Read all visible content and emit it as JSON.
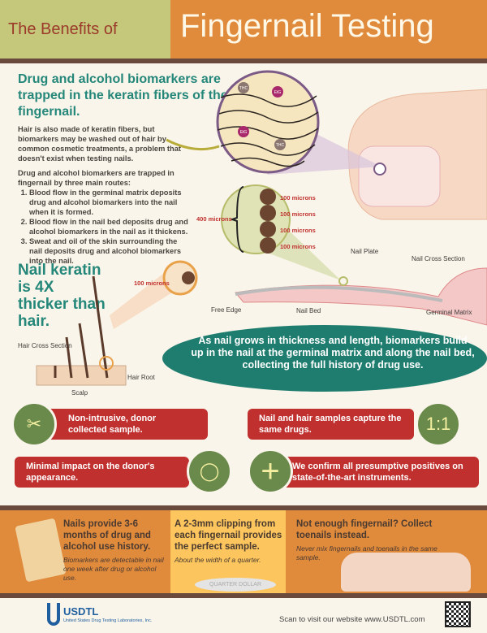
{
  "header": {
    "subtitle": "The Benefits of",
    "title": "Fingernail Testing"
  },
  "intro": {
    "heading": "Drug and alcohol biomarkers are trapped in the keratin fibers of the fingernail.",
    "paragraph": "Hair is also made of keratin fibers, but biomarkers may be washed out of hair by common cosmetic treatments, a problem that doesn't exist when testing nails.",
    "routes_intro": "Drug and alcohol biomarkers are trapped in fingernail by three main routes:",
    "routes": [
      "Blood flow in the germinal matrix deposits drug and alcohol biomarkers into the nail when it is formed.",
      "Blood flow in the nail bed deposits drug and alcohol biomarkers in the nail as it thickens.",
      "Sweat and oil of the skin surrounding the nail deposits drug and alcohol biomarkers into the nail."
    ]
  },
  "keratin_claim": "Nail keratin is 4X thicker than hair.",
  "biomarker_labels": {
    "thc": "THC",
    "etg": "EtG"
  },
  "nail_diagram": {
    "total": "400 microns",
    "layers": [
      "100 microns",
      "100 microns",
      "100 microns",
      "100 microns"
    ],
    "nail_plate": "Nail Plate",
    "cross_section": "Nail Cross Section",
    "free_edge": "Free Edge",
    "nail_bed": "Nail Bed",
    "germinal_matrix": "Germinal Matrix"
  },
  "hair_diagram": {
    "microns": "100 microns",
    "cross_section": "Hair Cross Section",
    "root": "Hair Root",
    "scalp": "Scalp"
  },
  "callout": "As nail grows in thickness and length, biomarkers build up in the nail at the germinal matrix and along the nail bed, collecting the full history of drug use.",
  "benefits": [
    {
      "text": "Non-intrusive, donor collected sample.",
      "icon": "nail-clipper-icon"
    },
    {
      "text": "Nail and hair samples capture the same drugs.",
      "icon": "ratio-icon",
      "icon_text": "1:1"
    },
    {
      "text": "Minimal impact on the donor's appearance.",
      "icon": "mirror-icon"
    },
    {
      "text": "We confirm all presumptive positives on state-of-the-art instruments.",
      "icon": "plus-icon"
    }
  ],
  "facts": [
    {
      "heading": "Nails provide 3-6 months of drug and alcohol use history.",
      "note": "Biomarkers are detectable in nail one week after drug or alcohol use."
    },
    {
      "heading": "A 2-3mm clipping from each fingernail provides the perfect sample.",
      "note": "About the width of a quarter.",
      "coin_text": "QUARTER DOLLAR"
    },
    {
      "heading": "Not enough fingernail? Collect toenails instead.",
      "note": "Never mix fingernails and toenails in the same sample."
    }
  ],
  "footer": {
    "logo": "USDTL",
    "company": "United States Drug Testing Laboratories, Inc.",
    "cta": "Scan to visit our website www.USDTL.com"
  },
  "colors": {
    "teal": "#24877a",
    "orange": "#e08a3c",
    "green": "#c5c87a",
    "red": "#c0302e",
    "brown": "#6b4a3e",
    "icon_green": "#6a8a4b"
  }
}
